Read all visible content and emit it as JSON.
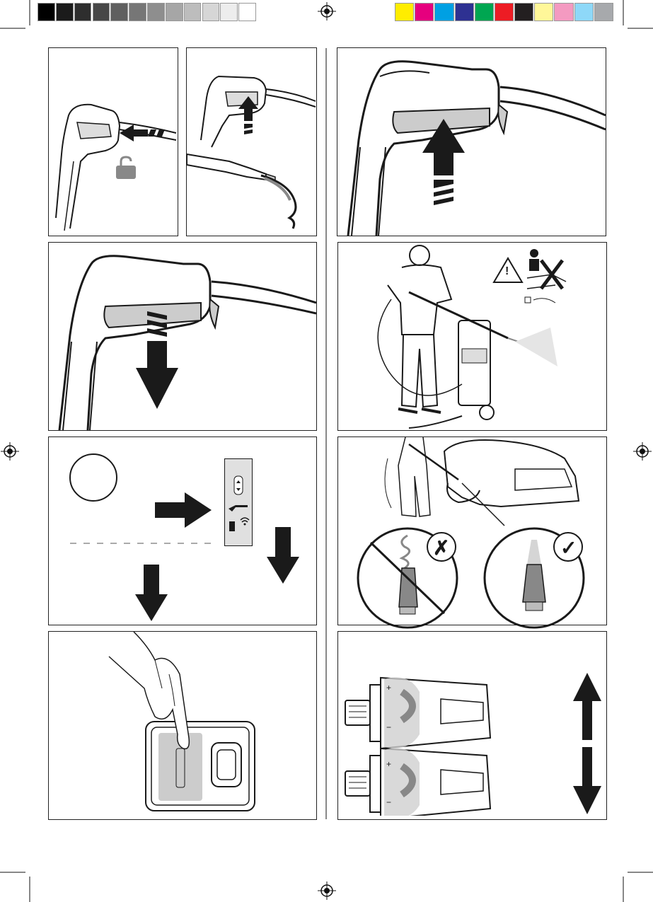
{
  "print_marks": {
    "grayscale_swatches": [
      "#000000",
      "#1b1b1b",
      "#2e2e2e",
      "#474747",
      "#5f5f5f",
      "#767676",
      "#8e8e8e",
      "#a6a6a6",
      "#bdbdbd",
      "#d6d6d6",
      "#ededed",
      "#ffffff"
    ],
    "color_swatches": [
      "#ffed00",
      "#e6007e",
      "#00a0e3",
      "#2e3192",
      "#00a651",
      "#ed1c24",
      "#231f20",
      "#fff799",
      "#f49ac1",
      "#8ed8f8",
      "#a7a9ac"
    ]
  },
  "panels": [
    {
      "id": "p1",
      "icons": [
        "handle-icon",
        "push-arrow-icon",
        "unlock-icon"
      ]
    },
    {
      "id": "p2",
      "icons": [
        "handle-icon",
        "up-arrow-icon",
        "lance-icon"
      ]
    },
    {
      "id": "p3",
      "icons": [
        "handle-icon",
        "big-up-arrow-icon"
      ]
    },
    {
      "id": "p4",
      "icons": [
        "handle-icon",
        "big-down-arrow-icon"
      ]
    },
    {
      "id": "p5",
      "icons": [
        "person-with-washer-icon",
        "warning-icon",
        "no-spray-person-icon"
      ]
    },
    {
      "id": "p6",
      "icons": [
        "circle-icon",
        "right-arrow-icon",
        "control-panel-icon",
        "down-arrow-icon"
      ]
    },
    {
      "id": "p7",
      "icons": [
        "car-washing-icon",
        "wrong-nozzle-icon",
        "correct-nozzle-icon"
      ]
    },
    {
      "id": "p8",
      "icons": [
        "hand-pressing-icon",
        "switch-icon"
      ]
    },
    {
      "id": "p9",
      "icons": [
        "nozzle-rotate-icon",
        "up-down-arrow-icon"
      ]
    }
  ],
  "symbols": {
    "warning": "!",
    "wrong": "✗",
    "right": "✓",
    "plus": "+",
    "minus": "−"
  },
  "colors": {
    "line": "#1a1a1a",
    "gray": "#8a8a8a",
    "light_gray": "#c8c8c8"
  }
}
